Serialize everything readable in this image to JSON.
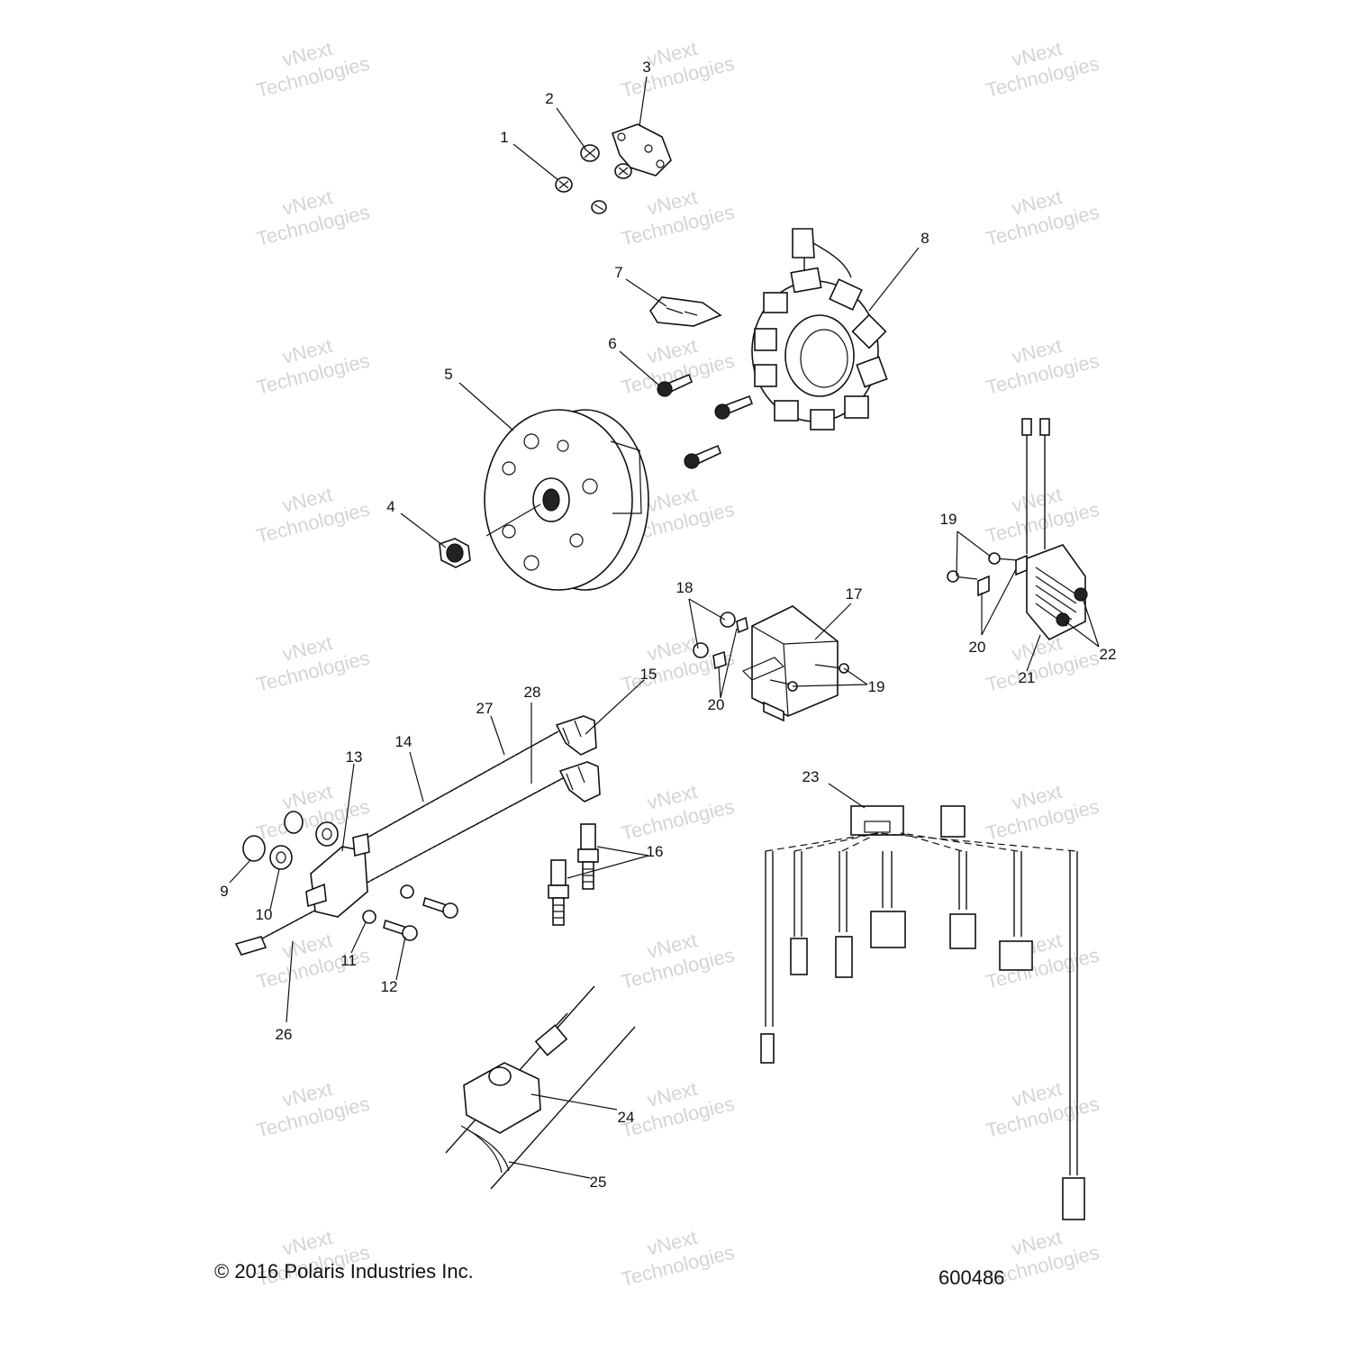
{
  "watermark": {
    "line1": "vNext",
    "line2": "Technologies"
  },
  "callouts": [
    "1",
    "2",
    "3",
    "4",
    "5",
    "6",
    "7",
    "8",
    "9",
    "10",
    "11",
    "12",
    "13",
    "14",
    "15",
    "16",
    "17",
    "18",
    "19",
    "19",
    "20",
    "20",
    "21",
    "22",
    "23",
    "24",
    "25",
    "26",
    "27",
    "28"
  ],
  "footer": {
    "copyright": "© 2016 Polaris Industries Inc.",
    "diagram_number": "600486"
  }
}
